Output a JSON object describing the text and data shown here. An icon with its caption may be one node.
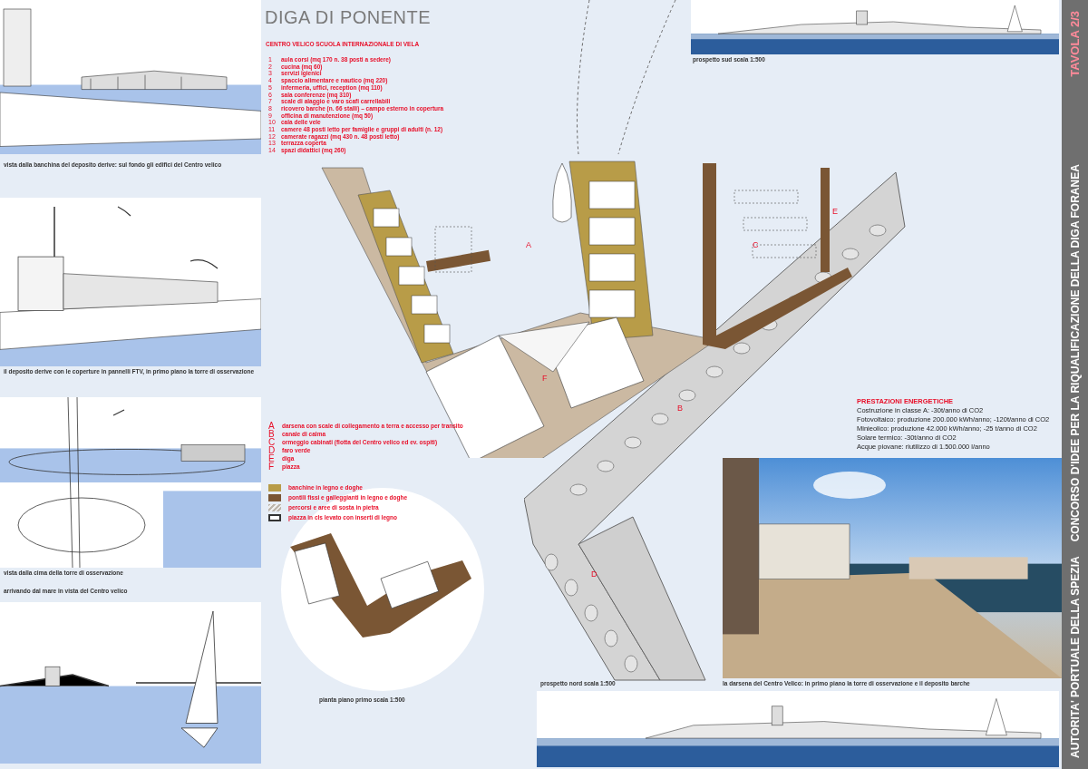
{
  "diagram": {
    "title": "DIGA DI PONENTE",
    "nodes": [
      {
        "text": [],
        "shape": "picture",
        "beside": [
          "vista dalla banchina del deposito derive: sul fondo gli edifici del Centro velico"
        ]
      },
      {
        "text": [],
        "shape": "picture",
        "beside": [
          "il deposito derive con le coperture in pannelli FTV, in primo piano la torre di osservazione"
        ]
      },
      {
        "text": [],
        "shape": "picture",
        "beside": [
          "vista dalla cima della torre di osservazione"
        ]
      },
      {
        "text": [],
        "shape": "picture",
        "beside": [
          "arrivando dal mare in vista del Centro velico"
        ]
      },
      {
        "text": [],
        "shape": "picture"
      },
      {
        "text": [],
        "shape": "picture",
        "beside": [
          "pianta piano primo scala 1:500"
        ]
      },
      {
        "text": [],
        "shape": "picture",
        "beside": [
          "prospetto sud scala 1:500"
        ]
      },
      {
        "text": [],
        "shape": "picture",
        "beside": [
          "la darsena del Centro Velico: in primo piano la torre di osservazione e il deposito barche"
        ]
      },
      {
        "text": [],
        "shape": "picture",
        "beside": [
          "prospetto nord scala 1:500"
        ]
      },
      {
        "text": [],
        "shape": "picture"
      }
    ],
    "edges": [
      {
        "from": null,
        "to": 4,
        "arrow": "none",
        "style": "dashed"
      },
      {
        "from": null,
        "to": 4,
        "arrow": "none",
        "style": "dashed"
      }
    ],
    "labels": [
      "CENTRO VELICO SCUOLA INTERNAZIONALE DI VELA",
      "1",
      "aula corsi (mq 170 n. 38 posti a sedere)",
      "2",
      "cucina (mq 60)",
      "3",
      "servizi igienici",
      "4",
      "spaccio alimentare e nautico (mq 220)",
      "5",
      "infermeria, uffici, reception (mq 110)",
      "6",
      "sala conferenze (mq 310)",
      "7",
      "scale di alaggio e varo scafi carrellabili",
      "8",
      "ricovero barche (n. 66 stalli) – campo esterno in copertura",
      "9",
      "officina di manutenzione (mq 50)",
      "10",
      "cala delle vele",
      "11",
      "camere 48 posti letto per famiglie e gruppi di adulti (n. 12)",
      "12",
      "camerate ragazzi (mq 430 n. 48 posti letto)",
      "13",
      "terrazza coperta",
      "14",
      "spazi didattici (mq 260)",
      "A",
      "darsena con scale di collegamento a terra e accesso per transito",
      "B",
      "canale di calma",
      "C",
      "ormeggio cabinati (flotta del Centro velico ed ev. ospiti)",
      "D",
      "faro verde",
      "E",
      "diga",
      "F",
      "piazza",
      "A",
      "C",
      "F",
      "B",
      "E",
      "D",
      "PRESTAZIONI ENERGETICHE",
      "Costruzione in classe A: -30t/anno di CO2",
      "Fotovoltaico: produzione 200.000 kWh/anno; -120t/anno di CO2",
      "Minieolico: produzione 42.000 kWh/anno; -25 t/anno di CO2",
      "Solare termico: -30t/anno di CO2",
      "Acque piovane: riutilizzo di 1.500.000 l/anno",
      "TAVOLA 2/3",
      "CONCORSO D'IDEE PER LA RIQUALIFICAZIONE DELLA DIGA FORANEA",
      "AUTORITA' PORTUALE DELLA SPEZIA"
    ],
    "legend": [
      {
        "text": "banchine in legno e doghe",
        "color": "#b89c48"
      },
      {
        "text": "pontili fissi e galleggianti in legno e doghe",
        "color": "#7a5634"
      },
      {
        "text": "percorsi e aree di sosta in pietra"
      },
      {
        "text": "piazza in cls levato con inserti di legno"
      }
    ]
  }
}
